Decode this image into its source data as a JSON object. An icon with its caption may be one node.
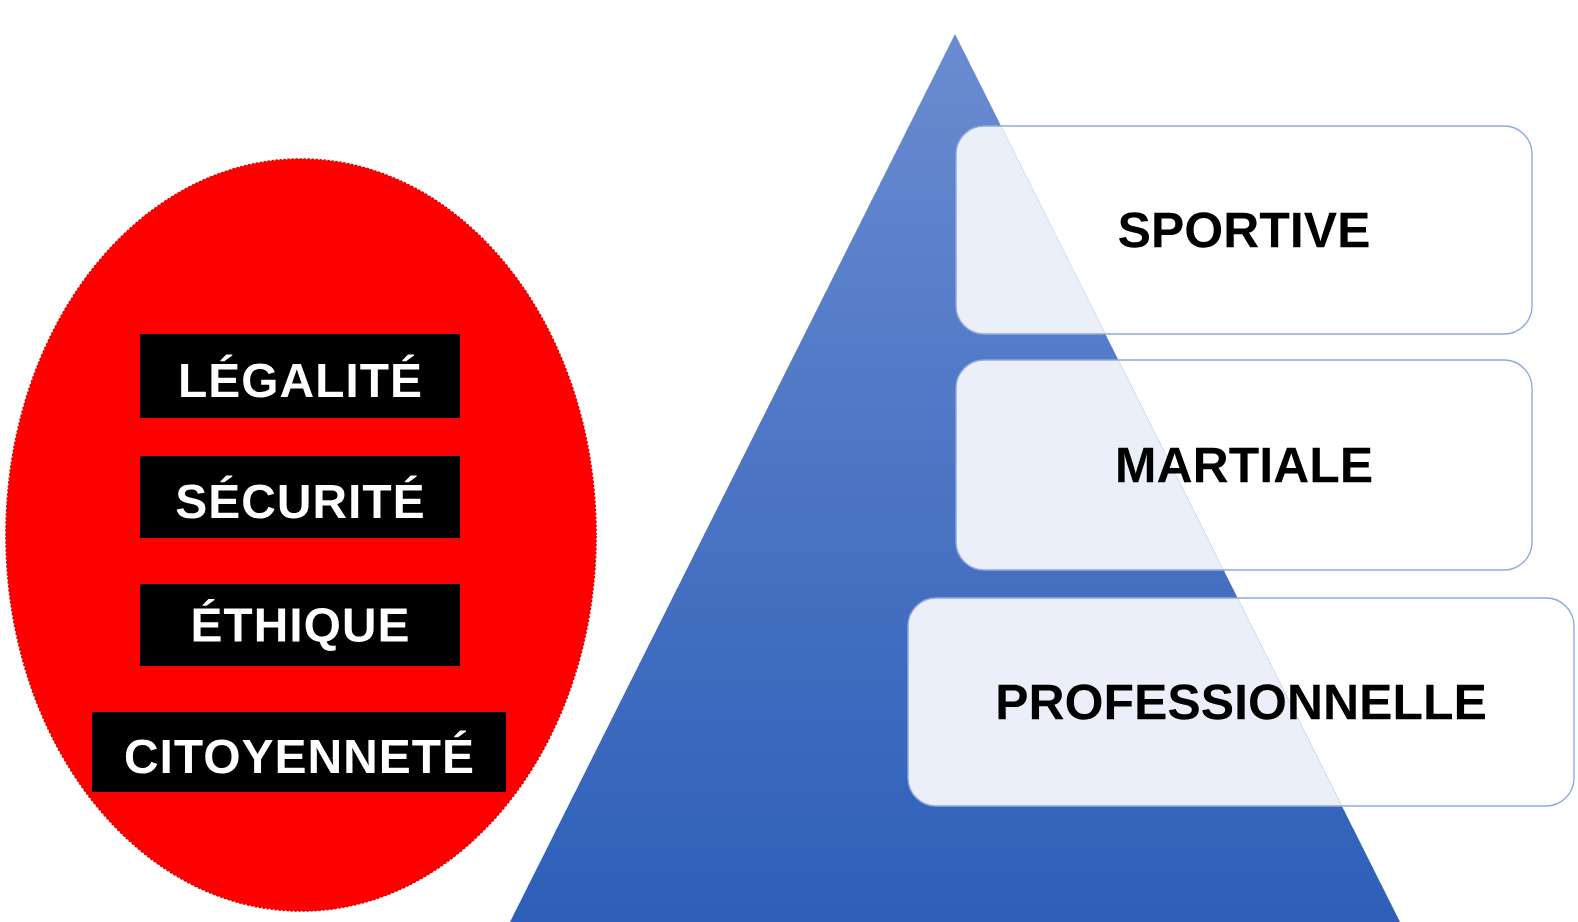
{
  "diagram": {
    "nodes": [
      {
        "text": [],
        "shape": "ellipse"
      },
      {
        "text": [
          "LÉGALITÉ"
        ],
        "in": 0
      },
      {
        "text": [
          "SÉCURITÉ"
        ],
        "in": 0
      },
      {
        "text": [
          "ÉTHIQUE"
        ],
        "in": 0
      },
      {
        "text": [
          "CITOYENNETÉ"
        ],
        "in": 0
      },
      {
        "text": [],
        "shape": "triangle"
      },
      {
        "text": [
          "SPORTIVE"
        ]
      },
      {
        "text": [
          "MARTIALE"
        ]
      },
      {
        "text": [
          "PROFESSIONNELLE"
        ]
      }
    ]
  }
}
